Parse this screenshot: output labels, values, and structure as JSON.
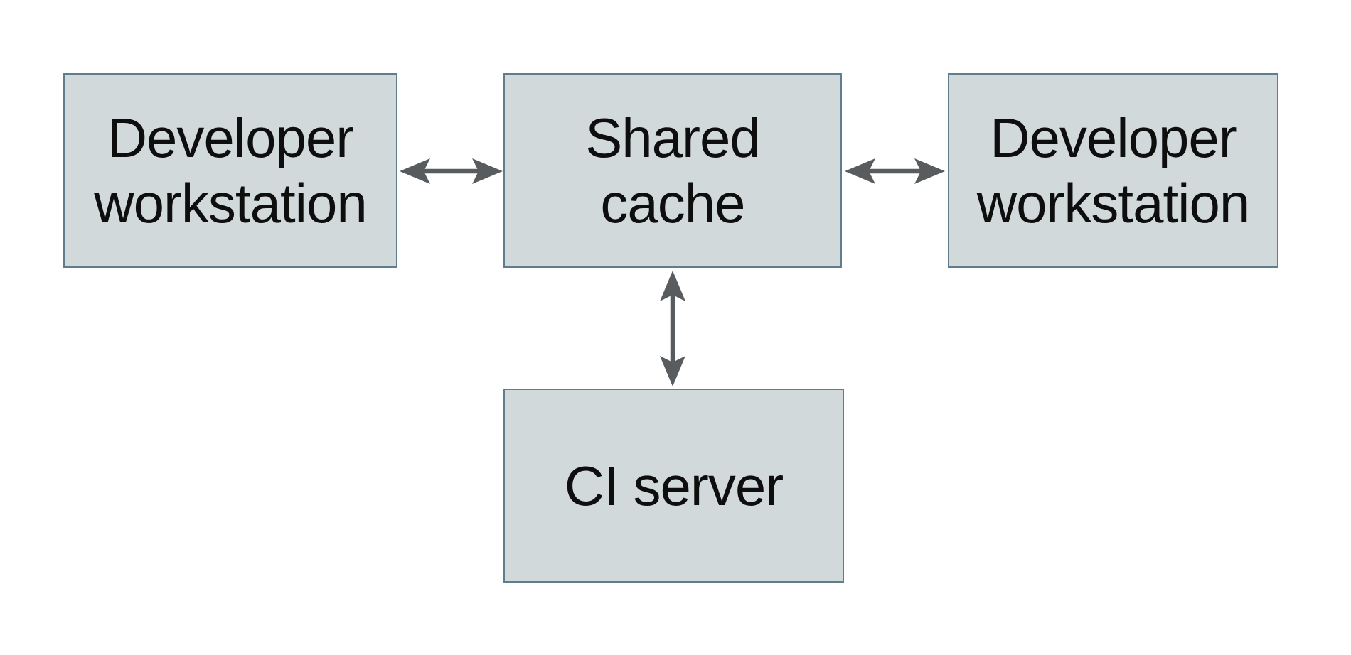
{
  "diagram": {
    "type": "architecture-diagram",
    "description": "Build-cache topology: two developer workstations and a CI server exchanging artifacts with a shared cache",
    "colors": {
      "background": "#ffffff",
      "box_fill": "#d2d9db",
      "box_border": "#5f7d8c",
      "arrow_color": "#595c5e",
      "text_color": "#0e0e0e"
    },
    "nodes": {
      "dev_left": {
        "label": "Developer workstation",
        "line1": "Developer",
        "line2": "workstation"
      },
      "cache": {
        "label": "Shared cache",
        "line1": "Shared",
        "line2": "cache"
      },
      "dev_right": {
        "label": "Developer workstation",
        "line1": "Developer",
        "line2": "workstation"
      },
      "ci": {
        "label": "CI server",
        "line1": "CI server"
      }
    },
    "edges": [
      {
        "from": "dev_left",
        "to": "cache",
        "direction": "bidirectional",
        "orientation": "horizontal"
      },
      {
        "from": "dev_right",
        "to": "cache",
        "direction": "bidirectional",
        "orientation": "horizontal"
      },
      {
        "from": "ci",
        "to": "cache",
        "direction": "bidirectional",
        "orientation": "vertical"
      }
    ]
  }
}
